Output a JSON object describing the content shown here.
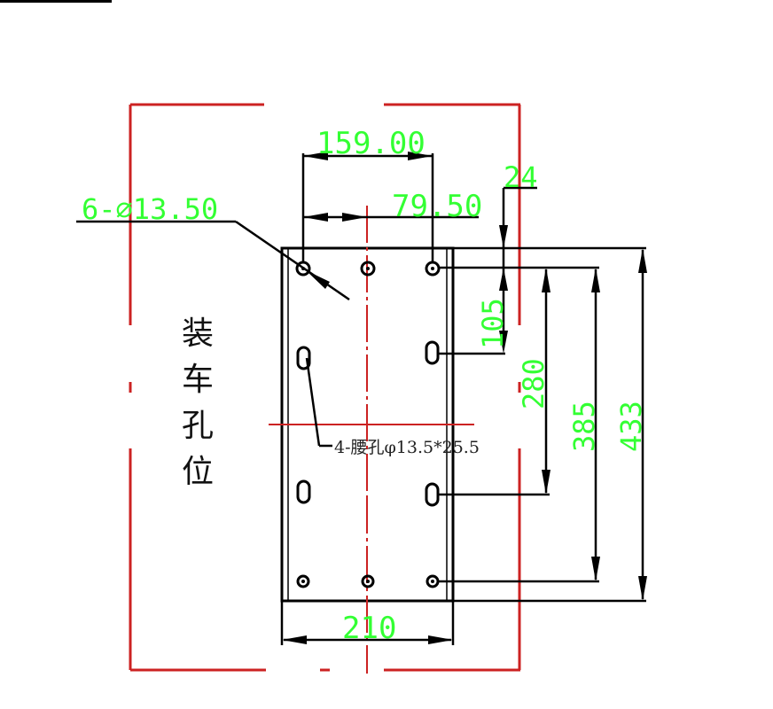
{
  "colors": {
    "outline": "#000000",
    "dimension_text": "#33ff33",
    "centerline": "#cc2222",
    "background": "#ffffff"
  },
  "dimensions": {
    "hole_pitch": "159.00",
    "half_pitch": "79.50",
    "offset_right": "24",
    "hole_diameter_note": "6-⌀13.50",
    "vertical_105": "105",
    "vertical_280": "280",
    "vertical_385": "385",
    "vertical_433": "433",
    "plate_width": "210"
  },
  "notes": {
    "slot_note": "4-腰孔φ13.5*25.5",
    "mount_label_chars": [
      "装",
      "车",
      "孔",
      "位"
    ]
  }
}
